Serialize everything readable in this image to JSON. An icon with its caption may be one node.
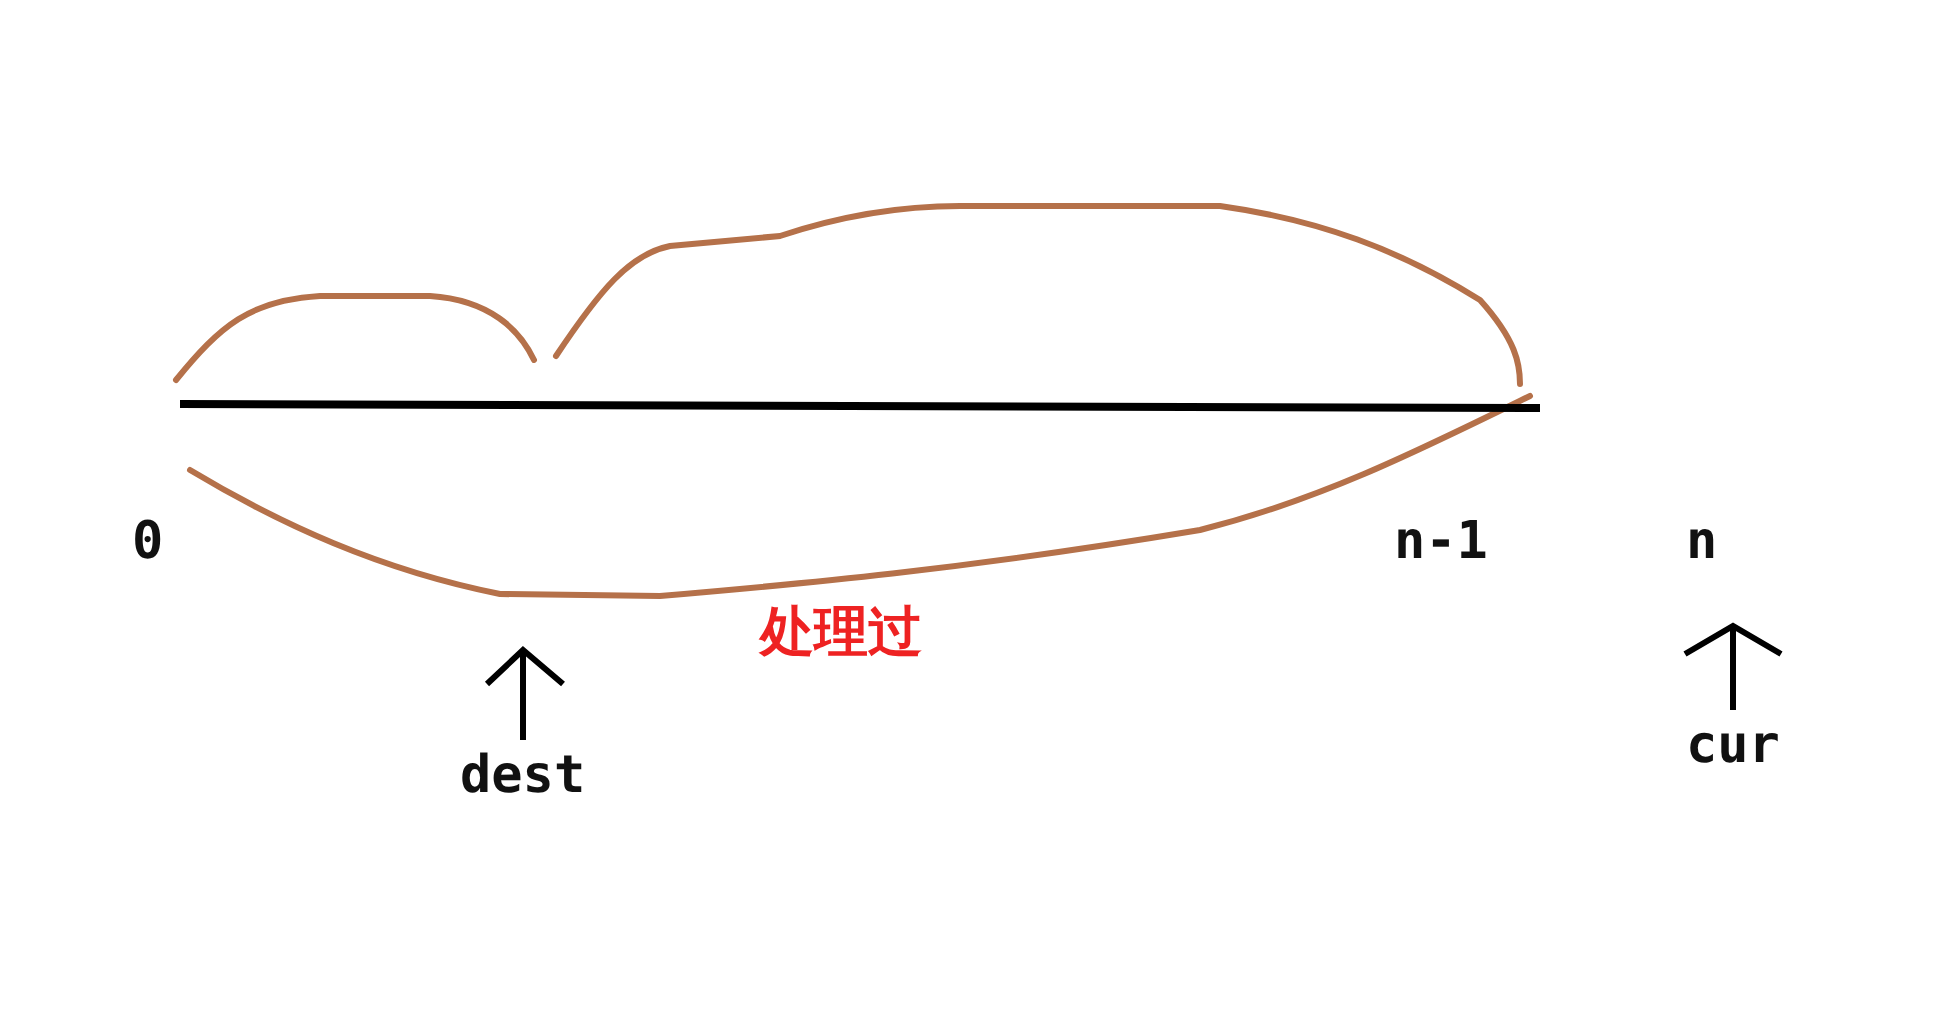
{
  "diagram": {
    "nodes": [
      {
        "text": [
          "dest"
        ]
      },
      {
        "text": [
          "cur"
        ]
      }
    ],
    "edges": [
      {
        "from": 0,
        "to": null,
        "arrow": "to"
      },
      {
        "from": 1,
        "to": null,
        "arrow": "to"
      }
    ],
    "labels": [
      "0",
      "n-1",
      "n",
      "处理过"
    ]
  }
}
